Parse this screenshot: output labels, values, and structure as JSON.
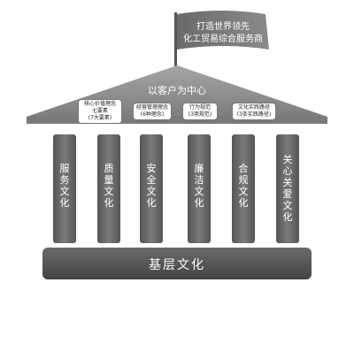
{
  "flag": {
    "line1": "打造世界领先",
    "line2": "化工贸易综合服务商"
  },
  "roof": {
    "title": "以客户为中心",
    "boxes": [
      {
        "lines": [
          "核心价值理念",
          "七要素",
          "(7大要素)"
        ]
      },
      {
        "lines": [
          "经营管理理念",
          "(6种理念)"
        ]
      },
      {
        "lines": [
          "行为规范",
          "(3项规范)"
        ]
      },
      {
        "lines": [
          "文化实践路径",
          "(3条实践路径)"
        ]
      }
    ]
  },
  "pillars": [
    {
      "label": "服务文化"
    },
    {
      "label": "质量文化"
    },
    {
      "label": "安全文化"
    },
    {
      "label": "廉洁文化"
    },
    {
      "label": "合规文化"
    },
    {
      "label": "关心关爱文化"
    }
  ],
  "base": {
    "label": "基层文化"
  },
  "colors": {
    "flag": "#7b7b7b",
    "roof": "#8c8c8c",
    "pillar": "#6e6e6e",
    "base": "#5a5a5a"
  }
}
